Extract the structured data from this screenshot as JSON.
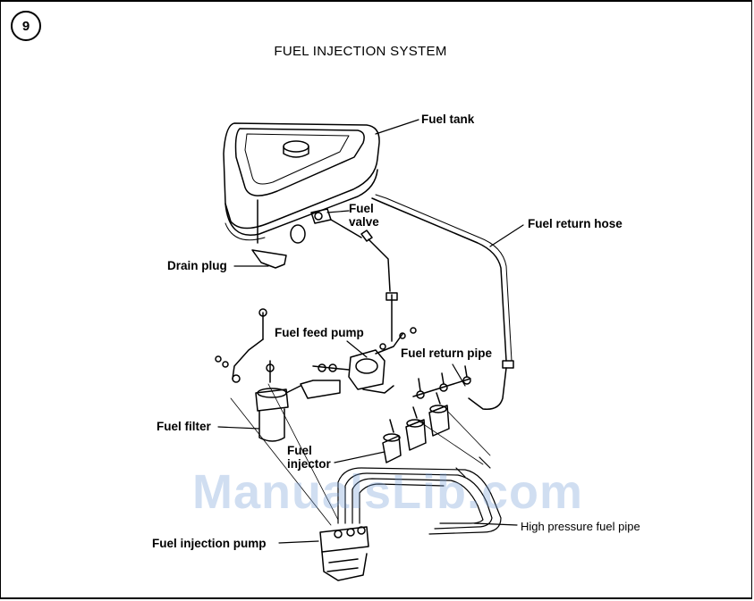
{
  "page": {
    "figure_number": "9",
    "title": "FUEL INJECTION SYSTEM",
    "watermark": "ManualsLib.com"
  },
  "labels": {
    "fuel_tank": "Fuel tank",
    "fuel_valve_line1": "Fuel",
    "fuel_valve_line2": "valve",
    "fuel_return_hose": "Fuel return hose",
    "drain_plug": "Drain plug",
    "fuel_feed_pump": "Fuel feed pump",
    "fuel_return_pipe": "Fuel return pipe",
    "fuel_filter": "Fuel filter",
    "fuel_injector_line1": "Fuel",
    "fuel_injector_line2": "injector",
    "high_pressure_fuel_pipe": "High pressure fuel pipe",
    "fuel_injection_pump": "Fuel injection pump"
  }
}
